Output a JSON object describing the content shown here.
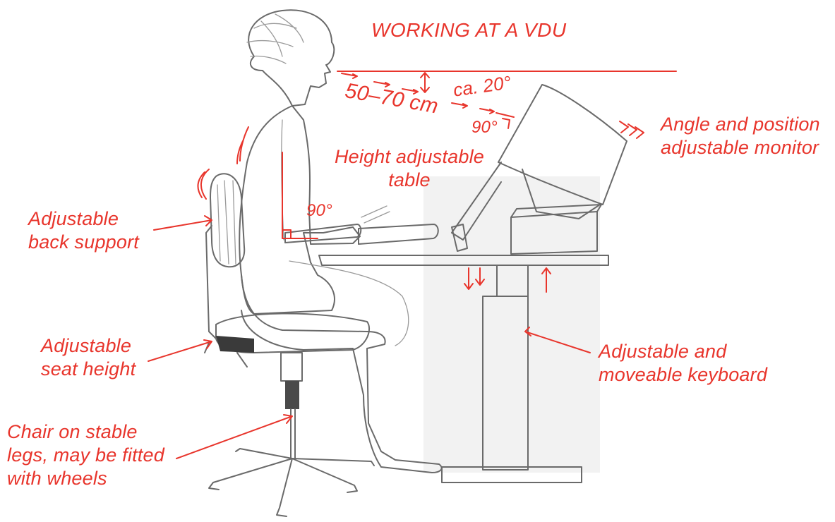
{
  "title": "WORKING AT A VDU",
  "measurements": {
    "distance": "50–70 cm",
    "view_angle": "ca. 20°",
    "monitor_angle": "90°",
    "elbow_angle": "90°"
  },
  "labels": {
    "monitor": "Angle and position\nadjustable monitor",
    "table": "Height adjustable\ntable",
    "back_support": "Adjustable\nback support",
    "seat_height": "Adjustable\nseat height",
    "keyboard": "Adjustable and\nmoveable keyboard",
    "chair_legs": "Chair on stable\nlegs, may be fitted\nwith wheels"
  },
  "colors": {
    "annotation": "#e8352c",
    "sketch": "#6a6a6a"
  }
}
